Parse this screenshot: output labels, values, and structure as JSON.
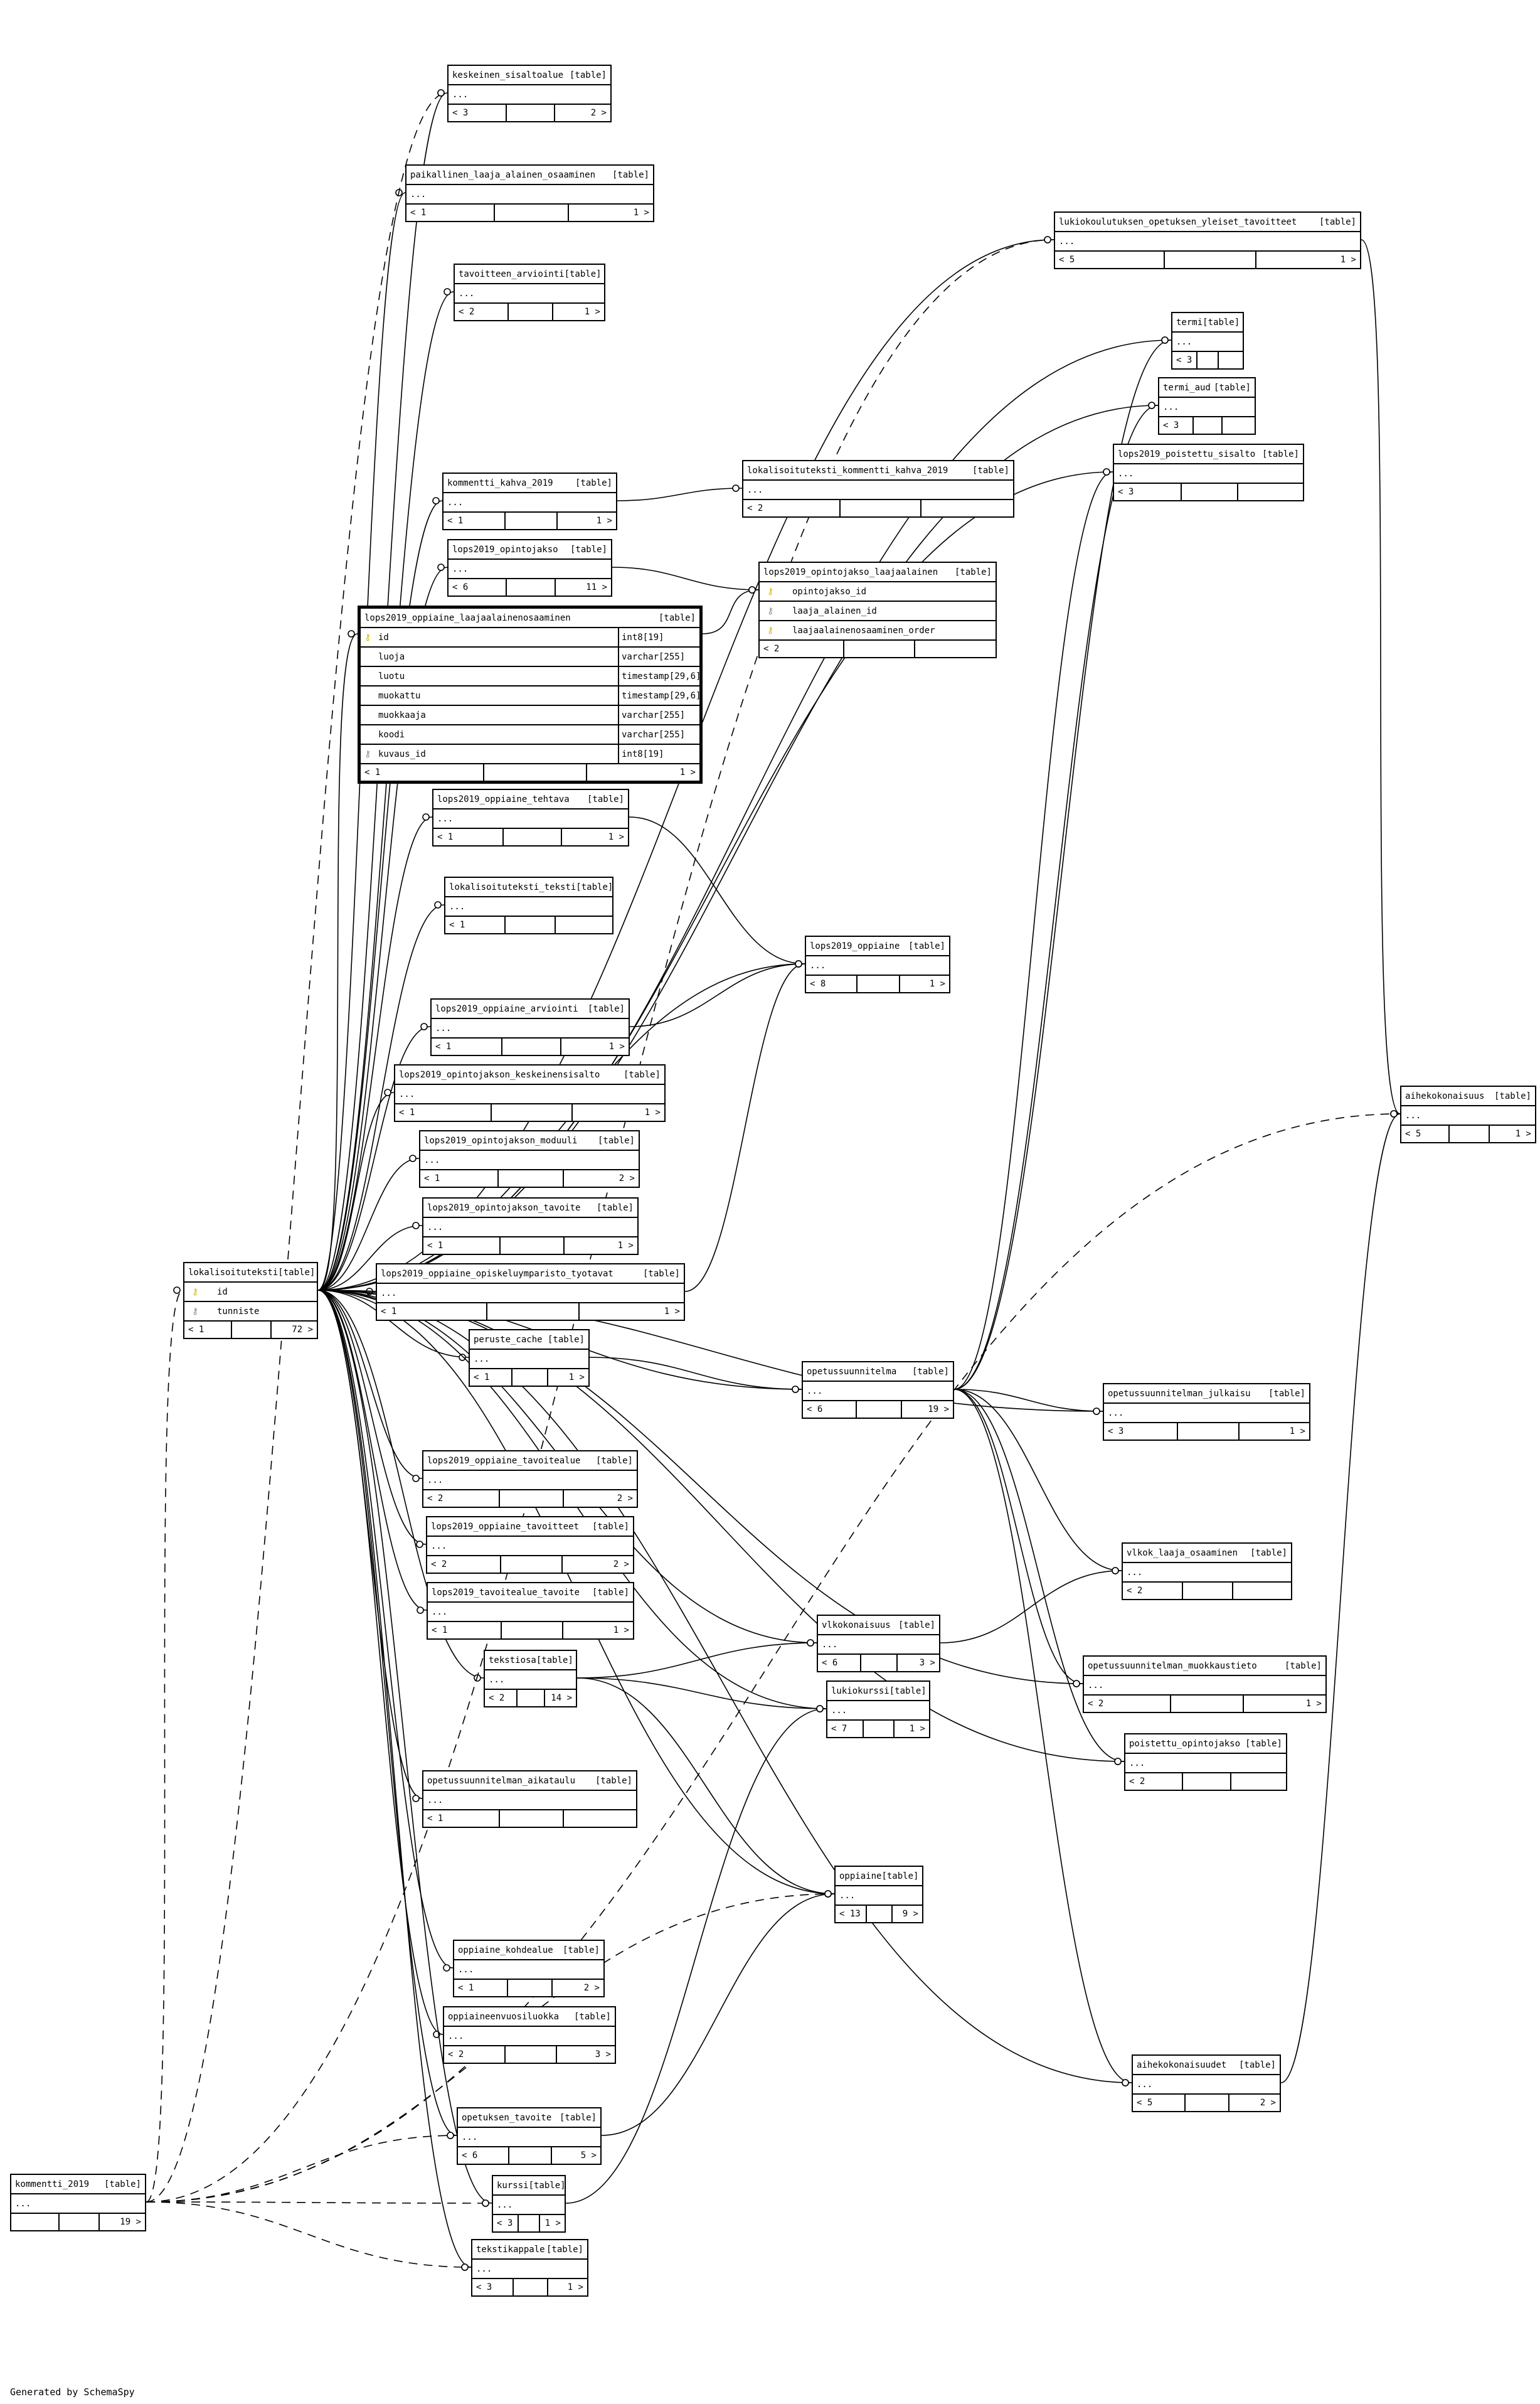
{
  "footer": "Generated by SchemaSpy",
  "table_tag": "[table]",
  "tables": [
    {
      "id": "keskeinen_sisaltoalue",
      "name": "keskeinen_sisaltoalue",
      "parents": "< 3",
      "children": "2 >"
    },
    {
      "id": "paikallinen_laaja_alainen_osaaminen",
      "name": "paikallinen_laaja_alainen_osaaminen",
      "parents": "< 1",
      "children": "1 >"
    },
    {
      "id": "lukiokoulutuksen_opetuksen_yleiset_tavoitteet",
      "name": "lukiokoulutuksen_opetuksen_yleiset_tavoitteet",
      "parents": "< 5",
      "children": "1 >"
    },
    {
      "id": "tavoitteen_arviointi",
      "name": "tavoitteen_arviointi",
      "parents": "< 2",
      "children": "1 >"
    },
    {
      "id": "termi",
      "name": "termi",
      "parents": "< 3",
      "children": ""
    },
    {
      "id": "termi_aud",
      "name": "termi_aud",
      "parents": "< 3",
      "children": ""
    },
    {
      "id": "lops2019_poistettu_sisalto",
      "name": "lops2019_poistettu_sisalto",
      "parents": "< 3",
      "children": ""
    },
    {
      "id": "kommentti_kahva_2019",
      "name": "kommentti_kahva_2019",
      "parents": "< 1",
      "children": "1 >"
    },
    {
      "id": "lokalisoituteksti_kommentti_kahva_2019",
      "name": "lokalisoituteksti_kommentti_kahva_2019",
      "parents": "< 2",
      "children": ""
    },
    {
      "id": "lops2019_opintojakso",
      "name": "lops2019_opintojakso",
      "parents": "< 6",
      "children": "11 >"
    },
    {
      "id": "lops2019_opintojakso_laajaalainen",
      "name": "lops2019_opintojakso_laajaalainen",
      "parents": "< 2",
      "children": ""
    },
    {
      "id": "lops2019_oppiaine_laajaalainenosaaminen",
      "name": "lops2019_oppiaine_laajaalainenosaaminen",
      "parents": "< 1",
      "children": "1 >"
    },
    {
      "id": "lops2019_oppiaine_tehtava",
      "name": "lops2019_oppiaine_tehtava",
      "parents": "< 1",
      "children": "1 >"
    },
    {
      "id": "lokalisoituteksti_teksti",
      "name": "lokalisoituteksti_teksti",
      "parents": "< 1",
      "children": ""
    },
    {
      "id": "lops2019_oppiaine",
      "name": "lops2019_oppiaine",
      "parents": "< 8",
      "children": "1 >"
    },
    {
      "id": "lops2019_oppiaine_arviointi",
      "name": "lops2019_oppiaine_arviointi",
      "parents": "< 1",
      "children": "1 >"
    },
    {
      "id": "lops2019_opintojakson_keskeinensisalto",
      "name": "lops2019_opintojakson_keskeinensisalto",
      "parents": "< 1",
      "children": "1 >"
    },
    {
      "id": "aihekokonaisuus",
      "name": "aihekokonaisuus",
      "parents": "< 5",
      "children": "1 >"
    },
    {
      "id": "lops2019_opintojakson_moduuli",
      "name": "lops2019_opintojakson_moduuli",
      "parents": "< 1",
      "children": "2 >"
    },
    {
      "id": "lops2019_opintojakson_tavoite",
      "name": "lops2019_opintojakson_tavoite",
      "parents": "< 1",
      "children": "1 >"
    },
    {
      "id": "lokalisoituteksti",
      "name": "lokalisoituteksti",
      "parents": "< 1",
      "children": "72 >"
    },
    {
      "id": "lops2019_oppiaine_opiskeluymparisto_tyotavat",
      "name": "lops2019_oppiaine_opiskeluymparisto_tyotavat",
      "parents": "< 1",
      "children": "1 >"
    },
    {
      "id": "peruste_cache",
      "name": "peruste_cache",
      "parents": "< 1",
      "children": "1 >"
    },
    {
      "id": "opetussuunnitelma",
      "name": "opetussuunnitelma",
      "parents": "< 6",
      "children": "19 >"
    },
    {
      "id": "opetussuunnitelman_julkaisu",
      "name": "opetussuunnitelman_julkaisu",
      "parents": "< 3",
      "children": "1 >"
    },
    {
      "id": "lops2019_oppiaine_tavoitealue",
      "name": "lops2019_oppiaine_tavoitealue",
      "parents": "< 2",
      "children": "2 >"
    },
    {
      "id": "lops2019_oppiaine_tavoitteet",
      "name": "lops2019_oppiaine_tavoitteet",
      "parents": "< 2",
      "children": "2 >"
    },
    {
      "id": "vlkok_laaja_osaaminen",
      "name": "vlkok_laaja_osaaminen",
      "parents": "< 2",
      "children": ""
    },
    {
      "id": "lops2019_tavoitealue_tavoite",
      "name": "lops2019_tavoitealue_tavoite",
      "parents": "< 1",
      "children": "1 >"
    },
    {
      "id": "vlkokonaisuus",
      "name": "vlkokonaisuus",
      "parents": "< 6",
      "children": "3 >"
    },
    {
      "id": "tekstiosa",
      "name": "tekstiosa",
      "parents": "< 2",
      "children": "14 >"
    },
    {
      "id": "opetussuunnitelman_muokkaustieto",
      "name": "opetussuunnitelman_muokkaustieto",
      "parents": "< 2",
      "children": "1 >"
    },
    {
      "id": "lukiokurssi",
      "name": "lukiokurssi",
      "parents": "< 7",
      "children": "1 >"
    },
    {
      "id": "poistettu_opintojakso",
      "name": "poistettu_opintojakso",
      "parents": "< 2",
      "children": ""
    },
    {
      "id": "opetussuunnitelman_aikataulu",
      "name": "opetussuunnitelman_aikataulu",
      "parents": "< 1",
      "children": ""
    },
    {
      "id": "oppiaine",
      "name": "oppiaine",
      "parents": "< 13",
      "children": "9 >"
    },
    {
      "id": "oppiaine_kohdealue",
      "name": "oppiaine_kohdealue",
      "parents": "< 1",
      "children": "2 >"
    },
    {
      "id": "oppiaineenvuosiluokka",
      "name": "oppiaineenvuosiluokka",
      "parents": "< 2",
      "children": "3 >"
    },
    {
      "id": "aihekokonaisuudet",
      "name": "aihekokonaisuudet",
      "parents": "< 5",
      "children": "2 >"
    },
    {
      "id": "opetuksen_tavoite",
      "name": "opetuksen_tavoite",
      "parents": "< 6",
      "children": "5 >"
    },
    {
      "id": "kommentti_2019",
      "name": "kommentti_2019",
      "parents": "",
      "children": "19 >"
    },
    {
      "id": "kurssi",
      "name": "kurssi",
      "parents": "< 3",
      "children": "1 >"
    },
    {
      "id": "tekstikappale",
      "name": "tekstikappale",
      "parents": "< 3",
      "children": "1 >"
    }
  ],
  "columns": {
    "lops2019_opintojakso_laajaalainen": [
      {
        "key": "pk",
        "name": "opintojakso_id"
      },
      {
        "key": "fk",
        "name": "laaja_alainen_id"
      },
      {
        "key": "pk",
        "name": "laajaalainenosaaminen_order"
      }
    ],
    "lokalisoituteksti": [
      {
        "key": "pk",
        "name": "id"
      },
      {
        "key": "fk",
        "name": "tunniste"
      }
    ],
    "lops2019_oppiaine_laajaalainenosaaminen": [
      {
        "key": "pk",
        "name": "id",
        "type": "int8[19]"
      },
      {
        "key": "",
        "name": "luoja",
        "type": "varchar[255]"
      },
      {
        "key": "",
        "name": "luotu",
        "type": "timestamp[29,6]"
      },
      {
        "key": "",
        "name": "muokattu",
        "type": "timestamp[29,6]"
      },
      {
        "key": "",
        "name": "muokkaaja",
        "type": "varchar[255]"
      },
      {
        "key": "",
        "name": "koodi",
        "type": "varchar[255]"
      },
      {
        "key": "fk",
        "name": "kuvaus_id",
        "type": "int8[19]"
      }
    ]
  },
  "ellipsis": "...",
  "key_glyph": "⚷"
}
